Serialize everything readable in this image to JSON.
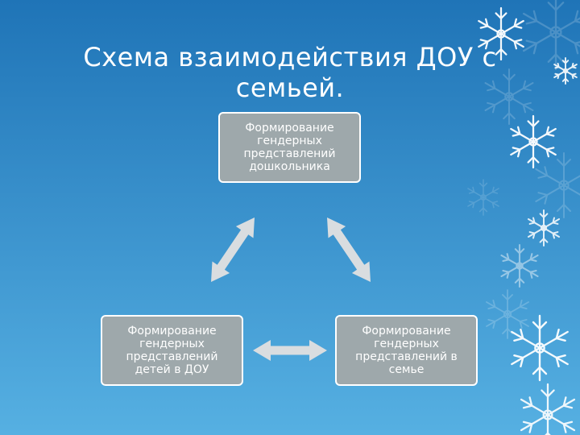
{
  "slide": {
    "title": "Схема взаимодействия ДОУ с семьей."
  },
  "diagram": {
    "nodes": [
      {
        "id": "top",
        "text": "Формирование гендерных представлений дошкольника"
      },
      {
        "id": "left",
        "text": "Формирование гендерных представлений детей в ДОУ"
      },
      {
        "id": "right",
        "text": "Формирование гендерных представлений в семье"
      }
    ],
    "edges": [
      {
        "from": "top",
        "to": "left",
        "type": "bidirectional"
      },
      {
        "from": "top",
        "to": "right",
        "type": "bidirectional"
      },
      {
        "from": "left",
        "to": "right",
        "type": "bidirectional"
      }
    ]
  },
  "colors": {
    "background_top": "#1f74b7",
    "background_bottom": "#56b0e2",
    "node_fill": "#9ea8ab",
    "node_border": "#ffffff",
    "arrow_fill": "#d9dde0"
  },
  "decorations": {
    "icon": "snowflake-icon"
  }
}
